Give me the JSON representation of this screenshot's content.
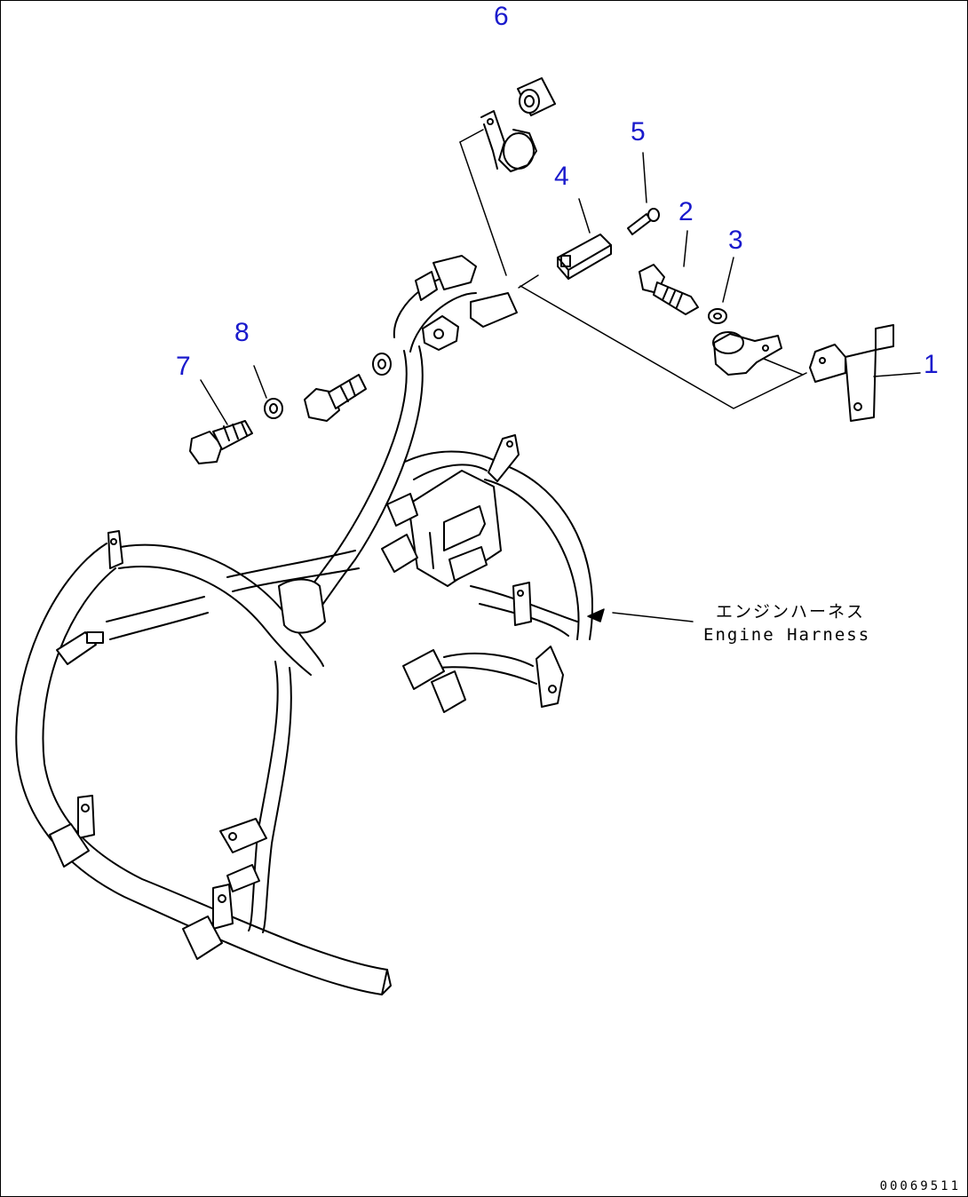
{
  "callouts": {
    "c1": "1",
    "c2": "2",
    "c3": "3",
    "c4": "4",
    "c5": "5",
    "c6": "6",
    "c7": "7",
    "c8": "8"
  },
  "harness_label": {
    "japanese": "エンジンハーネス",
    "english": "Engine Harness"
  },
  "drawing_number": "00069511",
  "colors": {
    "callout": "#1a1acc",
    "line": "#000000",
    "background": "#ffffff"
  }
}
